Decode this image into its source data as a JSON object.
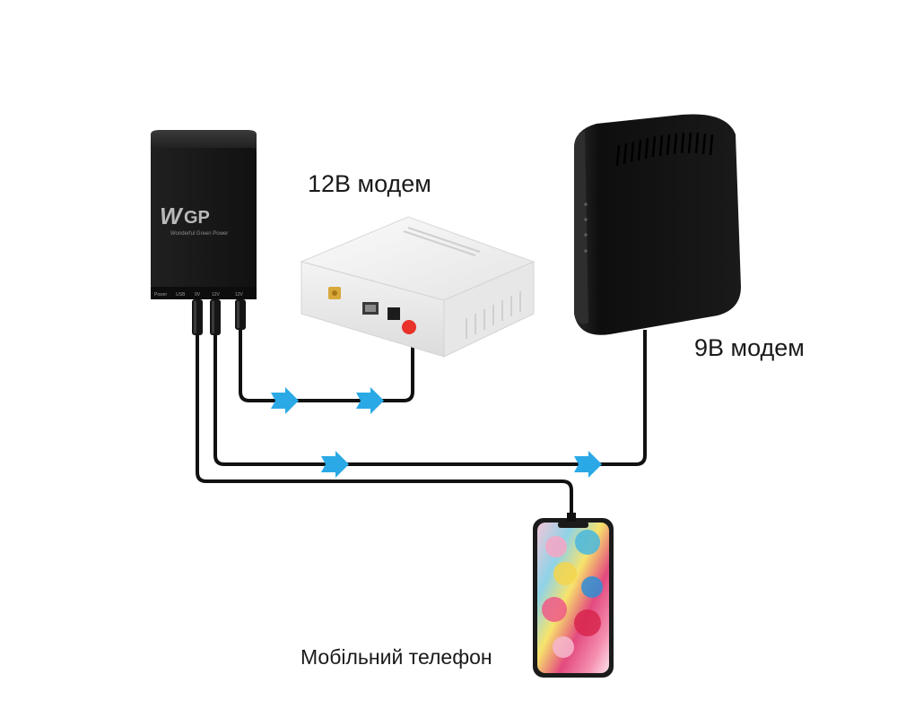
{
  "labels": {
    "modem_12v": "12В модем",
    "modem_9v": "9В модем",
    "phone": "Мобільний телефон"
  },
  "ups": {
    "brand": "WGP",
    "tagline": "Wonderful Green Power",
    "port_labels": [
      "Power",
      "USB",
      "9V",
      "12V",
      "12V"
    ]
  },
  "colors": {
    "cable": "#111111",
    "arrow": "#2aa9e6",
    "ups_body": "#1c1c1c",
    "modem_12v_body": "#f2f2f2",
    "modem_9v_body": "#161616",
    "power_button": "#e8322a"
  }
}
